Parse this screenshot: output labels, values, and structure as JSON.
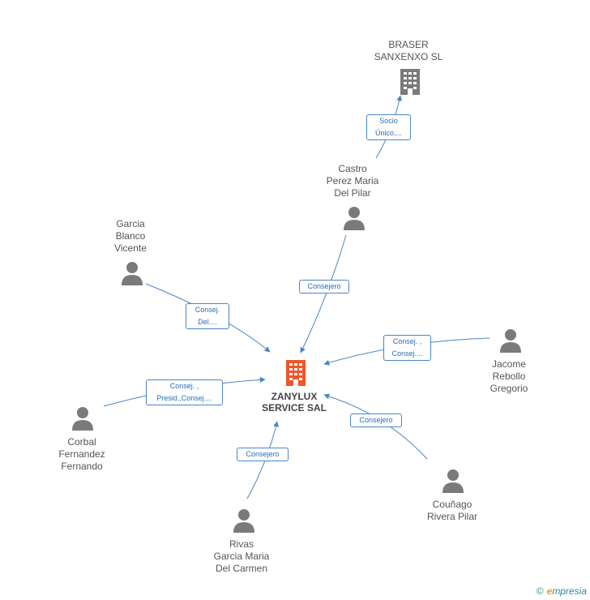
{
  "center": {
    "lines": [
      "ZANYLUX",
      "SERVICE SAL"
    ],
    "color": "#f0552a"
  },
  "company_top": {
    "lines": [
      "BRASER",
      "SANXENXO SL"
    ],
    "color": "#7a7a7a"
  },
  "persons": [
    {
      "id": "castro",
      "lines": [
        "Castro",
        "Perez Maria",
        "Del Pilar"
      ]
    },
    {
      "id": "garcia",
      "lines": [
        "Garcia",
        "Blanco",
        "Vicente"
      ]
    },
    {
      "id": "jacome",
      "lines": [
        "Jacome",
        "Rebollo",
        "Gregorio"
      ]
    },
    {
      "id": "corbal",
      "lines": [
        "Corbal",
        "Fernandez",
        "Fernando"
      ]
    },
    {
      "id": "rivas",
      "lines": [
        "Rivas",
        "Garcia Maria",
        "Del Carmen"
      ]
    },
    {
      "id": "counago",
      "lines": [
        "Couñago",
        "Rivera Pilar"
      ]
    }
  ],
  "edges": [
    {
      "id": "castro-braser",
      "lines": [
        "Socio",
        "Único,..."
      ]
    },
    {
      "id": "castro-center",
      "lines": [
        "Consejero"
      ]
    },
    {
      "id": "garcia-center",
      "lines": [
        "Consej.",
        "Del...."
      ]
    },
    {
      "id": "jacome-center",
      "lines": [
        "Consej. ,",
        "Consej...."
      ]
    },
    {
      "id": "corbal-center",
      "lines": [
        "Consej. ,",
        "Presid.,Consej...."
      ]
    },
    {
      "id": "rivas-center",
      "lines": [
        "Consejero"
      ]
    },
    {
      "id": "counago-center",
      "lines": [
        "Consejero"
      ]
    }
  ],
  "colors": {
    "edge": "#4a86c8",
    "person": "#7a7a7a"
  },
  "footer": {
    "copyright": "©",
    "brand_e": "e",
    "brand_rest": "mpresia"
  }
}
